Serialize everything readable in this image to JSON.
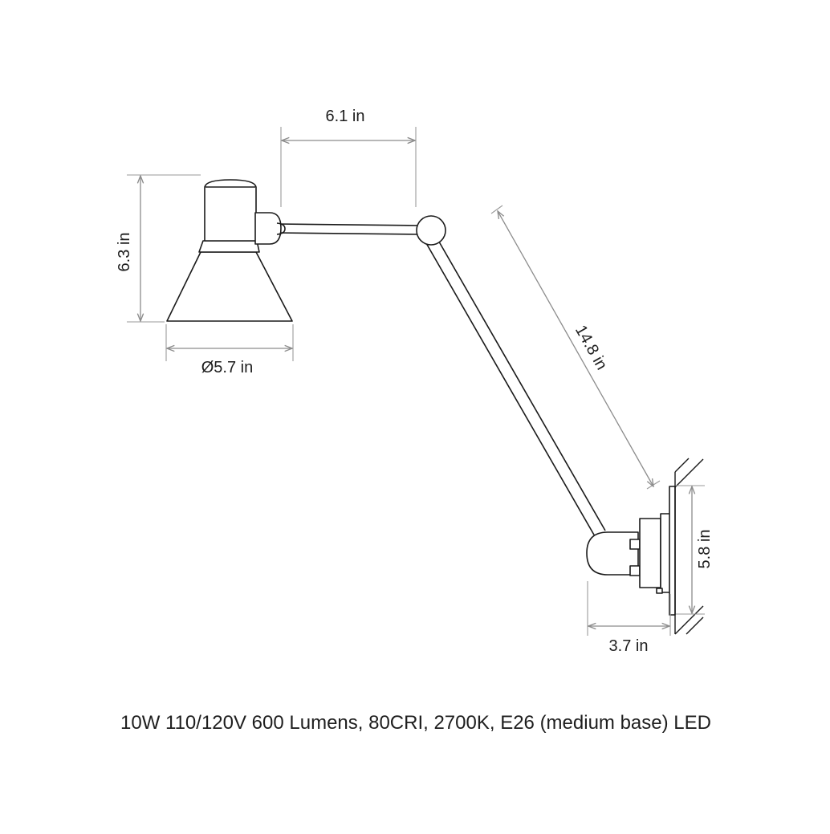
{
  "dimensions": {
    "arm_horizontal": "6.1 in",
    "shade_height": "6.3 in",
    "shade_diameter": "Ø5.7 in",
    "arm_length": "14.8 in",
    "backplate_height": "5.8 in",
    "wall_depth": "3.7 in"
  },
  "caption": "10W 110/120V 600 Lumens, 80CRI, 2700K, E26 (medium base) LED",
  "colors": {
    "line": "#1a1a1a",
    "dimension": "#8c8c8c",
    "text": "#1e1e1e",
    "background": "#ffffff"
  }
}
